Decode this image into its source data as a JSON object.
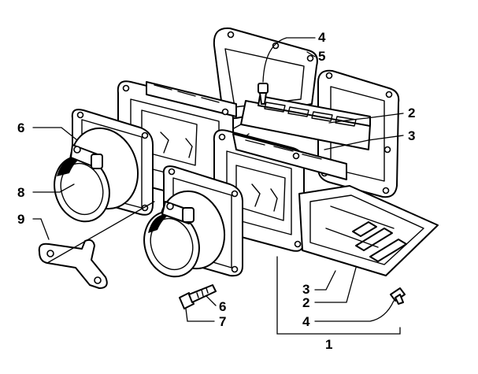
{
  "callouts": {
    "c1": "1",
    "c2_top": "2",
    "c2_bottom": "2",
    "c3_top": "3",
    "c3_bottom": "3",
    "c4_top": "4",
    "c4_bottom": "4",
    "c5": "5",
    "c6_left": "6",
    "c6_bottom": "6",
    "c7": "7",
    "c8": "8",
    "c9": "9"
  }
}
